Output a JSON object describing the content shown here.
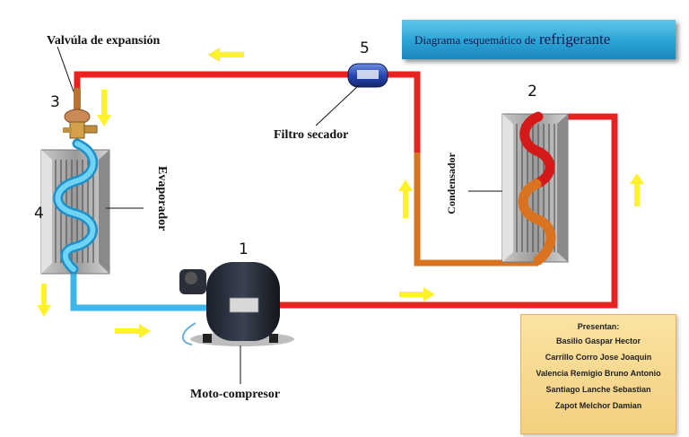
{
  "title": {
    "part1": "Diagrama esquemático de",
    "part2": "refrigerante"
  },
  "labels": {
    "valve": "Valvúla de expansión",
    "filter": "Filtro secador",
    "evaporator": "Evaporador",
    "condenser": "Condensador",
    "compressor": "Moto-compresor"
  },
  "numbers": {
    "compressor": "1",
    "condenser": "2",
    "valve": "3",
    "evaporator": "4",
    "filter": "5"
  },
  "credits": {
    "heading": "Presentan:",
    "names": [
      "Basilio Gaspar Hector",
      "Carrillo Corro Jose Joaquin",
      "Valencia Remigio Bruno Antonio",
      "Santiago Lanche Sebastian",
      "Zapot Melchor Damian"
    ]
  },
  "colors": {
    "hot_line": "#e8221f",
    "warm_line": "#d9731f",
    "cold_line": "#3fb6ea",
    "arrow": "#fff12a",
    "banner": "#2aa3d6",
    "credits_bg": "#f6d588"
  }
}
